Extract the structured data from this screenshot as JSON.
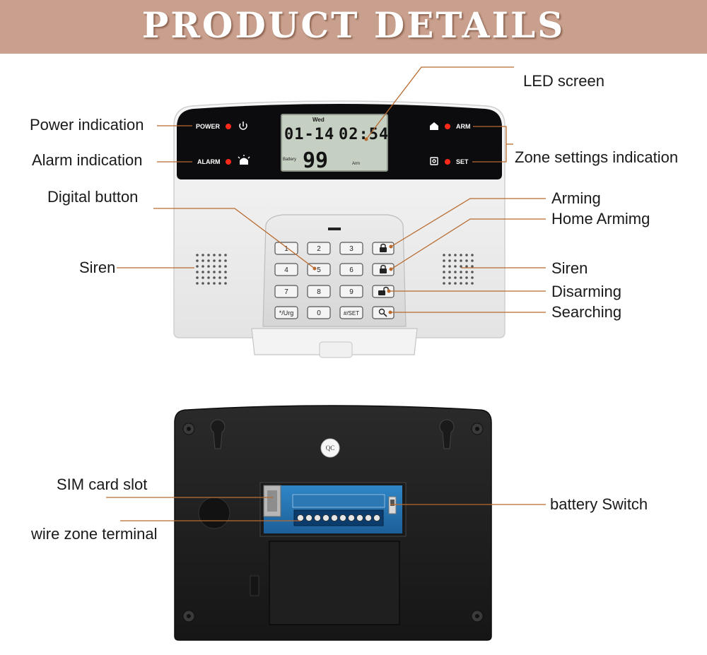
{
  "banner": {
    "title": "PRODUCT DETAILS"
  },
  "colors": {
    "banner": "#c9a08d",
    "leader_line": "#b96a2e",
    "led": "#ff2a1a",
    "panel": "#0c0c0e",
    "lcd": "#c5cfc2"
  },
  "front_panel": {
    "power_label": "POWER",
    "alarm_label": "ALARM",
    "arm_label": "ARM",
    "set_label": "SET",
    "lcd": {
      "day": "Wed",
      "date": "01-14",
      "time": "02:54",
      "zone": "99",
      "battery_label": "Battery",
      "arm_label": "Arm"
    },
    "keys": [
      "1",
      "2",
      "3",
      "4",
      "5",
      "6",
      "7",
      "8",
      "9",
      "*/Urg",
      "0",
      "#/SET"
    ]
  },
  "callouts": {
    "led_screen": "LED screen",
    "power_indication": "Power indication",
    "alarm_indication": "Alarm indication",
    "zone_settings_indication": "Zone settings indication",
    "digital_button": "Digital button",
    "arming": "Arming",
    "home_arming": "Home Armimg",
    "siren_left": "Siren",
    "siren_right": "Siren",
    "disarming": "Disarming",
    "searching": "Searching",
    "sim_card_slot": "SIM card slot",
    "battery_switch": "battery Switch",
    "wire_zone_terminal": "wire zone terminal"
  },
  "back_panel": {
    "qc_label": "QC"
  }
}
